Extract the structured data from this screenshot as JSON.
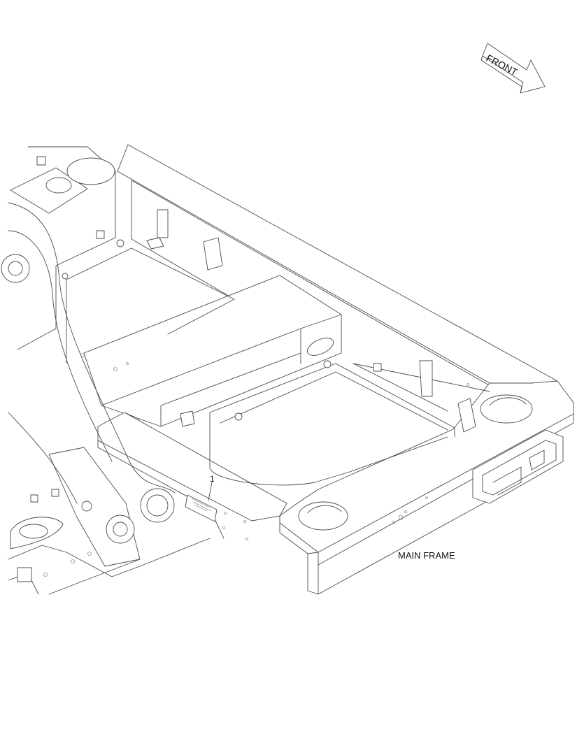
{
  "front_arrow": {
    "label": "FRONT"
  },
  "callouts": [
    {
      "number": "1"
    }
  ],
  "part_label": "MAIN FRAME"
}
